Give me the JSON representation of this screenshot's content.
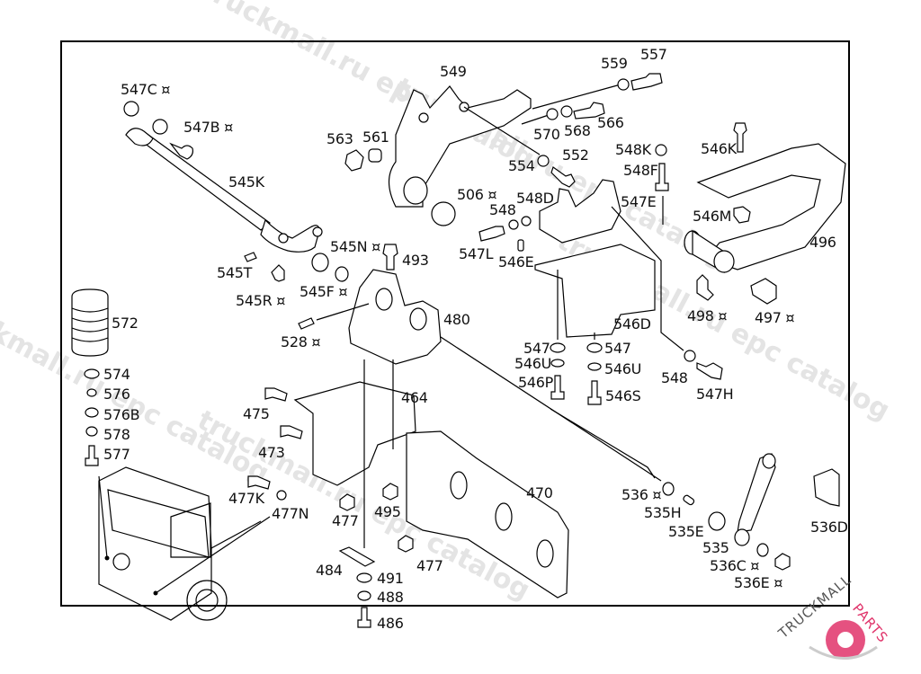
{
  "title": "Truck rear suspension / spring bracket exploded parts diagram",
  "watermarks": [
    "truckmall.ru epc catalog",
    "truckmall.ru epc catalog",
    "truckmall.ru epc catalog",
    "truckmall.ru epc catalog",
    "truckmall.ru epc catalog"
  ],
  "logo": {
    "text_left": "TRUCKMALL",
    "text_right": "PARTS",
    "accent_color": "#e0336a"
  },
  "marker_legend": "¤",
  "callouts": [
    {
      "id": "547C",
      "marked": true
    },
    {
      "id": "547B",
      "marked": true
    },
    {
      "id": "545K",
      "marked": false
    },
    {
      "id": "563",
      "marked": false
    },
    {
      "id": "561",
      "marked": false
    },
    {
      "id": "549",
      "marked": false
    },
    {
      "id": "559",
      "marked": false
    },
    {
      "id": "557",
      "marked": false
    },
    {
      "id": "570",
      "marked": false
    },
    {
      "id": "568",
      "marked": false
    },
    {
      "id": "566",
      "marked": false
    },
    {
      "id": "554",
      "marked": false
    },
    {
      "id": "552",
      "marked": false
    },
    {
      "id": "548K",
      "marked": false
    },
    {
      "id": "548F",
      "marked": false
    },
    {
      "id": "546K",
      "marked": false
    },
    {
      "id": "506",
      "marked": true
    },
    {
      "id": "548D",
      "marked": false
    },
    {
      "id": "548",
      "marked": false
    },
    {
      "id": "547E",
      "marked": false
    },
    {
      "id": "546M",
      "marked": false
    },
    {
      "id": "547L",
      "marked": false
    },
    {
      "id": "546E",
      "marked": false
    },
    {
      "id": "496",
      "marked": false
    },
    {
      "id": "545N",
      "marked": true
    },
    {
      "id": "493",
      "marked": false
    },
    {
      "id": "545T",
      "marked": false
    },
    {
      "id": "545R",
      "marked": true
    },
    {
      "id": "545F",
      "marked": true
    },
    {
      "id": "498",
      "marked": true
    },
    {
      "id": "497",
      "marked": true
    },
    {
      "id": "572",
      "marked": false
    },
    {
      "id": "480",
      "marked": false
    },
    {
      "id": "546D",
      "marked": false
    },
    {
      "id": "528",
      "marked": true
    },
    {
      "id": "547",
      "marked": false
    },
    {
      "id": "546U",
      "marked": false
    },
    {
      "id": "546P",
      "marked": false
    },
    {
      "id": "546S",
      "marked": false
    },
    {
      "id": "547H",
      "marked": false
    },
    {
      "id": "574",
      "marked": false
    },
    {
      "id": "576",
      "marked": false
    },
    {
      "id": "576B",
      "marked": false
    },
    {
      "id": "578",
      "marked": false
    },
    {
      "id": "577",
      "marked": false
    },
    {
      "id": "475",
      "marked": false
    },
    {
      "id": "464",
      "marked": false
    },
    {
      "id": "473",
      "marked": false
    },
    {
      "id": "470",
      "marked": false
    },
    {
      "id": "477K",
      "marked": false
    },
    {
      "id": "477N",
      "marked": false
    },
    {
      "id": "477",
      "marked": false
    },
    {
      "id": "495",
      "marked": false
    },
    {
      "id": "536",
      "marked": true
    },
    {
      "id": "535H",
      "marked": false
    },
    {
      "id": "535E",
      "marked": false
    },
    {
      "id": "535",
      "marked": false
    },
    {
      "id": "536C",
      "marked": true
    },
    {
      "id": "536E",
      "marked": true
    },
    {
      "id": "536D",
      "marked": false
    },
    {
      "id": "484",
      "marked": false
    },
    {
      "id": "491",
      "marked": false
    },
    {
      "id": "488",
      "marked": false
    },
    {
      "id": "486",
      "marked": false
    }
  ],
  "labels": {
    "l547C": "547C ¤",
    "l547B": "547B ¤",
    "l545K": "545K",
    "l563": "563",
    "l561": "561",
    "l549": "549",
    "l559": "559",
    "l557": "557",
    "l570": "570",
    "l568": "568",
    "l566": "566",
    "l554": "554",
    "l552": "552",
    "l548K": "548K",
    "l548F": "548F",
    "l546K": "546K",
    "l506": "506 ¤",
    "l548D": "548D",
    "l548a": "548",
    "l547E": "547E",
    "l546M": "546M",
    "l547L": "547L",
    "l546E": "546E",
    "l496": "496",
    "l545N": "545N ¤",
    "l493": "493",
    "l545T": "545T",
    "l545R": "545R ¤",
    "l545F": "545F ¤",
    "l498": "498 ¤",
    "l497": "497 ¤",
    "l572": "572",
    "l480": "480",
    "l546D": "546D",
    "l528": "528 ¤",
    "l547a": "547",
    "l547b": "547",
    "l546Ua": "546U",
    "l546Ub": "546U",
    "l546P": "546P",
    "l546S": "546S",
    "l548b": "548",
    "l547H": "547H",
    "l574": "574",
    "l576": "576",
    "l576B": "576B",
    "l578": "578",
    "l577": "577",
    "l475": "475",
    "l464": "464",
    "l473": "473",
    "l470": "470",
    "l477K": "477K",
    "l477N": "477N",
    "l477a": "477",
    "l495": "495",
    "l477b": "477",
    "l536": "536 ¤",
    "l535H": "535H",
    "l535E": "535E",
    "l535": "535",
    "l536C": "536C ¤",
    "l536E": "536E ¤",
    "l536D": "536D",
    "l484": "484",
    "l491": "491",
    "l488": "488",
    "l486": "486"
  }
}
